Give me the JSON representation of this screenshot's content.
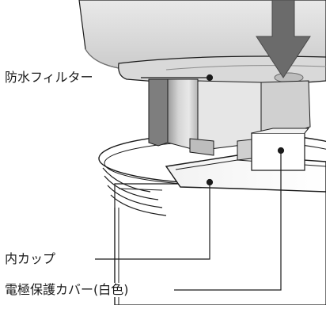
{
  "labels": {
    "waterproof_filter": "防水フィルター",
    "inner_cup": "内カップ",
    "electrode_cover": "電極保護カバー(白色)"
  },
  "colors": {
    "line": "#1a1a1a",
    "arrow": "#6b6b6b",
    "shade_dark": "#8c8c8c",
    "shade_mid": "#bdbdbd",
    "shade_light": "#e4e4e4"
  },
  "icons": {
    "arrow": "down-arrow-icon"
  }
}
